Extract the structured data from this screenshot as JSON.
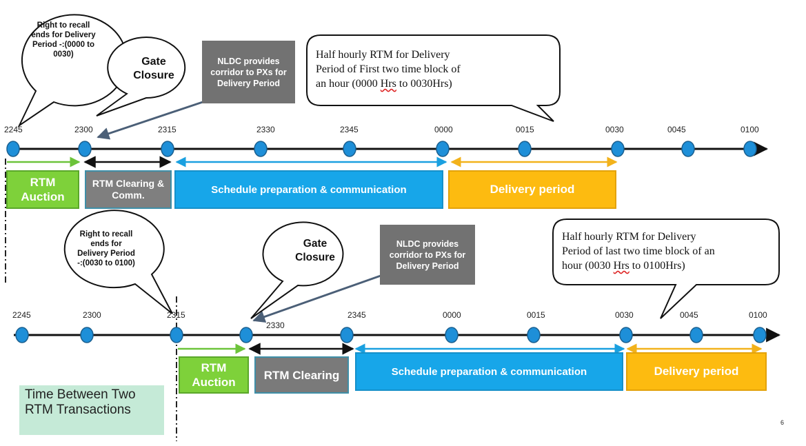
{
  "rows": [
    {
      "ticks": [
        "2245",
        "2300",
        "2315",
        "2330",
        "2345",
        "0000",
        "0015",
        "0030",
        "0045",
        "0100"
      ],
      "segments": {
        "rtm_auction": "RTM Auction",
        "rtm_clearing": "RTM Clearing & Comm.",
        "schedule": "Schedule preparation & communication",
        "delivery": "Delivery period"
      },
      "recall_bubble": "Right to recall ends for Delivery Period -:(0000 to 0030)",
      "gate_closure": "Gate Closure",
      "nldc_box": "NLDC provides corridor to PXs for Delivery Period",
      "callout": {
        "line1": "Half hourly RTM for Delivery",
        "line2": "Period of First two time block of",
        "line3_pre": "an hour (0000 ",
        "line3_hrs": "Hrs",
        "line3_post": " to 0030Hrs)"
      }
    },
    {
      "ticks": [
        "2245",
        "2300",
        "2315",
        "2330",
        "2345",
        "0000",
        "0015",
        "0030",
        "0045",
        "0100"
      ],
      "segments": {
        "rtm_auction": "RTM Auction",
        "rtm_clearing": "RTM Clearing",
        "schedule": "Schedule preparation & communication",
        "delivery": "Delivery period"
      },
      "recall_bubble": "Right to recall ends for Delivery Period -:(0030 to 0100)",
      "gate_closure": "Gate Closure",
      "nldc_box": "NLDC provides corridor to PXs for Delivery Period",
      "callout": {
        "line1": "Half hourly RTM for Delivery",
        "line2": "Period of last two time block of an",
        "line3_pre": "hour (0030 ",
        "line3_hrs": "Hrs",
        "line3_post": " to 0100Hrs)"
      }
    }
  ],
  "note": "Time Between Two RTM Transactions",
  "page_number": "6",
  "colors": {
    "green": "#7ed13a",
    "grey": "#7f7f7f",
    "blue": "#17a6e9",
    "yellow": "#fdbb10",
    "node": "#1e8fd8",
    "teal_note": "#c5ead7"
  }
}
